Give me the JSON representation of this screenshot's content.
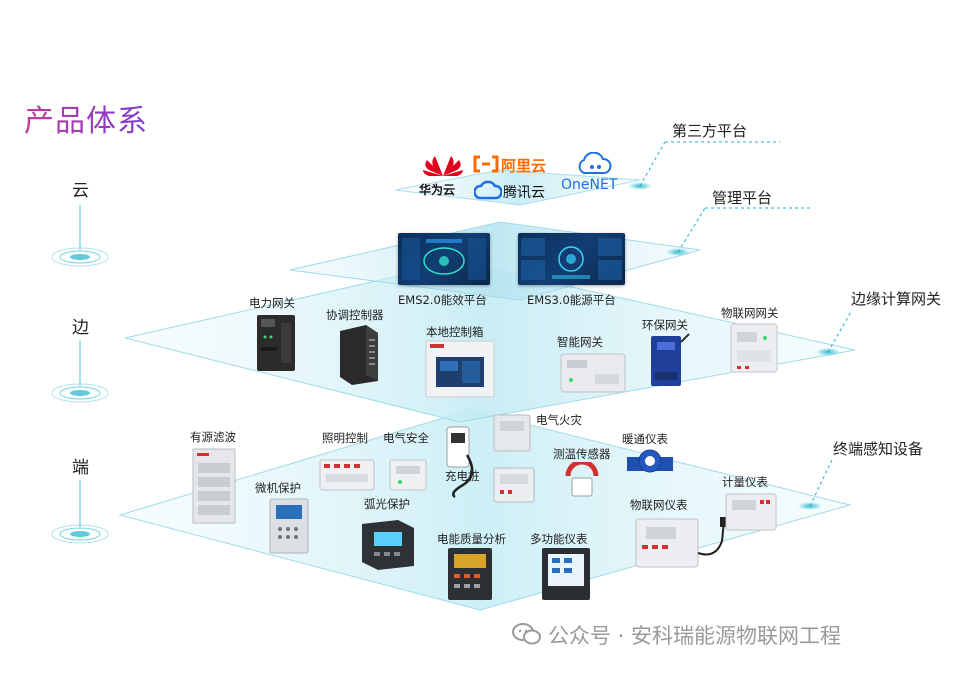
{
  "title": "产品体系",
  "tiers": {
    "cloud": "云",
    "edge": "边",
    "terminal": "端"
  },
  "platforms": {
    "third_party": "第三方平台",
    "management": "管理平台",
    "edge_gateway": "边缘计算网关",
    "terminal_sensing": "终端感知设备"
  },
  "cloud_logos": {
    "huawei": "华为云",
    "aliyun": "阿里云",
    "tencent": "腾讯云",
    "onenet": "OneNET"
  },
  "screens": {
    "ems2": "EMS2.0能效平台",
    "ems3": "EMS3.0能源平台"
  },
  "edge_devices": {
    "power_gateway": "电力网关",
    "coord_controller": "协调控制器",
    "local_box": "本地控制箱",
    "smart_gateway": "智能网关",
    "env_gateway": "环保网关",
    "iot_gateway": "物联网网关"
  },
  "terminal_devices": {
    "active_filter": "有源滤波",
    "lighting": "照明控制",
    "elec_safety": "电气安全",
    "charging": "充电桩",
    "fire": "电气火灾",
    "temp_sensor": "测温传感器",
    "hvac_meter": "暖通仪表",
    "micro_protect": "微机保护",
    "arc_protect": "弧光保护",
    "pq_analysis": "电能质量分析",
    "multi_meter": "多功能仪表",
    "iot_meter": "物联网仪表",
    "metering": "计量仪表"
  },
  "watermark": "公众号 · 安科瑞能源物联网工程",
  "colors": {
    "accent": "#1bb5c8",
    "title_start": "#c13aa0",
    "title_end": "#7b3fd0"
  }
}
